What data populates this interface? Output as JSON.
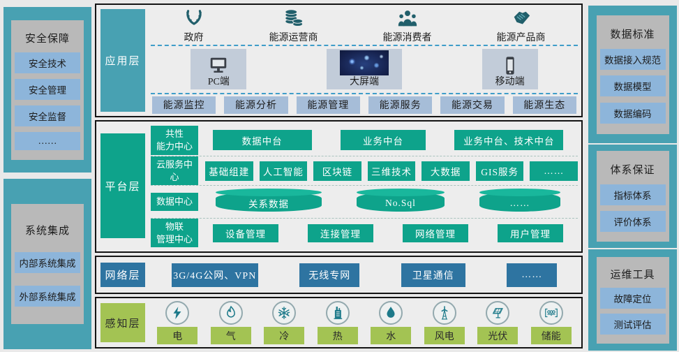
{
  "colors": {
    "teal_panel": "#48a1b2",
    "panel_inner_gray": "#b9b9b9",
    "side_item_blue": "#8db5da",
    "platform_green": "#0ea38b",
    "network_blue": "#2e74a1",
    "perception_green": "#a3c353",
    "app_item_blue": "#a6bdd8",
    "terminal_box": "#c2ccd9",
    "actor_icon_teal": "#215f6b",
    "perception_icon_teal": "#1d7a8a",
    "dash_blue": "#3f9dc9"
  },
  "left_panels": [
    {
      "title": "安全保障",
      "items": [
        "安全技术",
        "安全管理",
        "安全监督",
        "……"
      ]
    },
    {
      "title": "系统集成",
      "items": [
        "内部系统集成",
        "外部系统集成"
      ]
    }
  ],
  "right_panels": [
    {
      "title": "数据标准",
      "items": [
        "数据接入规范",
        "数据模型",
        "数据编码"
      ]
    },
    {
      "title": "体系保证",
      "items": [
        "指标体系",
        "评价体系"
      ]
    },
    {
      "title": "运维工具",
      "items": [
        "故障定位",
        "测试评估"
      ]
    }
  ],
  "app_layer": {
    "label": "应用层",
    "actors": [
      {
        "icon": "laurel-icon",
        "label": "政府"
      },
      {
        "icon": "coins-icon",
        "label": "能源运营商"
      },
      {
        "icon": "users-icon",
        "label": "能源消费者"
      },
      {
        "icon": "handshake-icon",
        "label": "能源产品商"
      }
    ],
    "terminals": [
      {
        "icon": "monitor-icon",
        "label": "PC端"
      },
      {
        "icon": "bigscreen-image",
        "label": "大屏端"
      },
      {
        "icon": "phone-icon",
        "label": "移动端"
      }
    ],
    "apps": [
      "能源监控",
      "能源分析",
      "能源管理",
      "能源服务",
      "能源交易",
      "能源生态"
    ]
  },
  "platform_layer": {
    "label": "平台层",
    "rows": [
      {
        "head": "共性\n能力中心",
        "items": [
          "数据中台",
          "业务中台",
          "业务中台、技术中台"
        ]
      },
      {
        "head": "云服务中心",
        "items": [
          "基础组建",
          "人工智能",
          "区块链",
          "三维技术",
          "大数据",
          "GIS服务",
          "……"
        ]
      },
      {
        "head": "数据中心",
        "items": [
          "关系数据",
          "No.Sql",
          "……"
        ]
      },
      {
        "head": "物联\n管理中心",
        "items": [
          "设备管理",
          "连接管理",
          "网络管理",
          "用户管理"
        ]
      }
    ]
  },
  "network_layer": {
    "label": "网络层",
    "items": [
      "3G/4G公网、VPN",
      "无线专网",
      "卫星通信",
      "……"
    ]
  },
  "perception_layer": {
    "label": "感知层",
    "items": [
      {
        "icon": "bolt-icon",
        "label": "电"
      },
      {
        "icon": "flame-icon",
        "label": "气"
      },
      {
        "icon": "snowflake-icon",
        "label": "冷"
      },
      {
        "icon": "boiler-icon",
        "label": "热"
      },
      {
        "icon": "drop-icon",
        "label": "水"
      },
      {
        "icon": "wind-turbine-icon",
        "label": "风电"
      },
      {
        "icon": "solar-panel-icon",
        "label": "光伏"
      },
      {
        "icon": "coil-icon",
        "label": "储能"
      }
    ]
  }
}
